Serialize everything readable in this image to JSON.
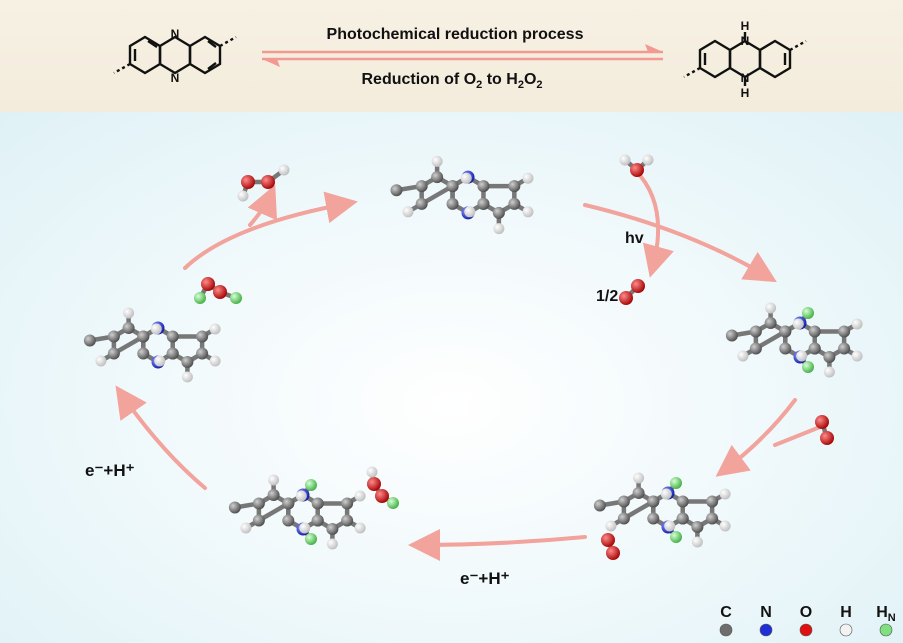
{
  "header": {
    "forward_label": "Photochemical reduction process",
    "reverse_label_prefix": "Reduction of O",
    "reverse_label_sub1": "2",
    "reverse_label_mid": " to H",
    "reverse_label_sub2": "2",
    "reverse_label_o": "O",
    "reverse_label_sub3": "2",
    "left_ring_atom_top": "N",
    "left_ring_atom_bottom": "N",
    "right_ring_atom_top": "H",
    "right_ring_atom_top2": "N",
    "right_ring_atom_bottom": "N",
    "right_ring_atom_bottom2": "H"
  },
  "cycle": {
    "hv_label": "hv",
    "half_label": "1/2",
    "e_h_left": "e⁻+H⁺",
    "e_h_bottom": "e⁻+H⁺"
  },
  "legend": {
    "items": [
      {
        "symbol": "C",
        "color": "#6e6e6e"
      },
      {
        "symbol": "N",
        "color": "#1f2fd6"
      },
      {
        "symbol": "O",
        "color": "#e01010"
      },
      {
        "symbol": "H",
        "color": "#f2f2f2"
      },
      {
        "symbol": "H",
        "sub": "N",
        "color": "#7ee07e"
      }
    ]
  },
  "colors": {
    "arrow": "#f29a92",
    "carbon": "#6e6e6e",
    "nitrogen": "#1f2fd6",
    "oxygen": "#e01010",
    "hydrogen": "#f2f2f2",
    "hydrogen_n": "#7ee07e"
  }
}
